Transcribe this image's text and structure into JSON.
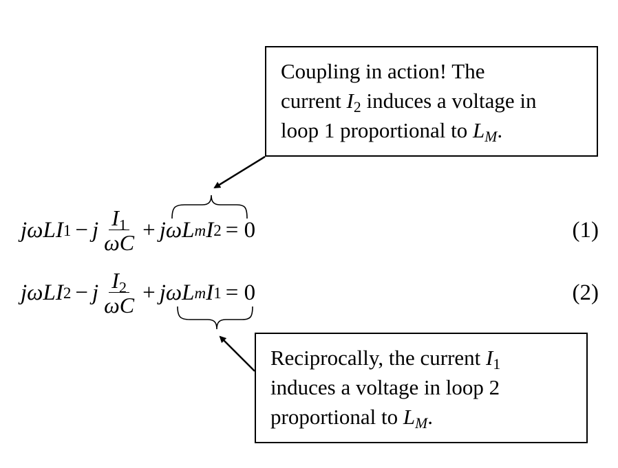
{
  "callout_top": {
    "line1": "Coupling in action! The",
    "line2_pre": "current ",
    "line2_var": "I",
    "line2_sub": "2",
    "line2_post": " induces a voltage in",
    "line3_pre": "loop 1 proportional to ",
    "line3_var": "L",
    "line3_sub": "M",
    "line3_post": "."
  },
  "callout_bottom": {
    "line1_pre": "Reciprocally, the current ",
    "line1_var": "I",
    "line1_sub": "1",
    "line2": "induces a voltage in loop 2",
    "line3_pre": "proportional to ",
    "line3_var": "L",
    "line3_sub": "M",
    "line3_post": "."
  },
  "equations": [
    {
      "t1_var": "jωLI",
      "t1_sub": "1",
      "minus": "−",
      "j": "j",
      "num_var": "I",
      "num_sub": "1",
      "den": "ωC",
      "plus": "+",
      "t3_var": "jωL",
      "t3_sub": "m",
      "t3_var2": "I",
      "t3_sub2": "2",
      "equals": "= 0",
      "number": "(1)"
    },
    {
      "t1_var": "jωLI",
      "t1_sub": "2",
      "minus": "−",
      "j": "j",
      "num_var": "I",
      "num_sub": "2",
      "den": "ωC",
      "plus": "+",
      "t3_var": "jωL",
      "t3_sub": "m",
      "t3_var2": "I",
      "t3_sub2": "1",
      "equals": "= 0",
      "number": "(2)"
    }
  ]
}
